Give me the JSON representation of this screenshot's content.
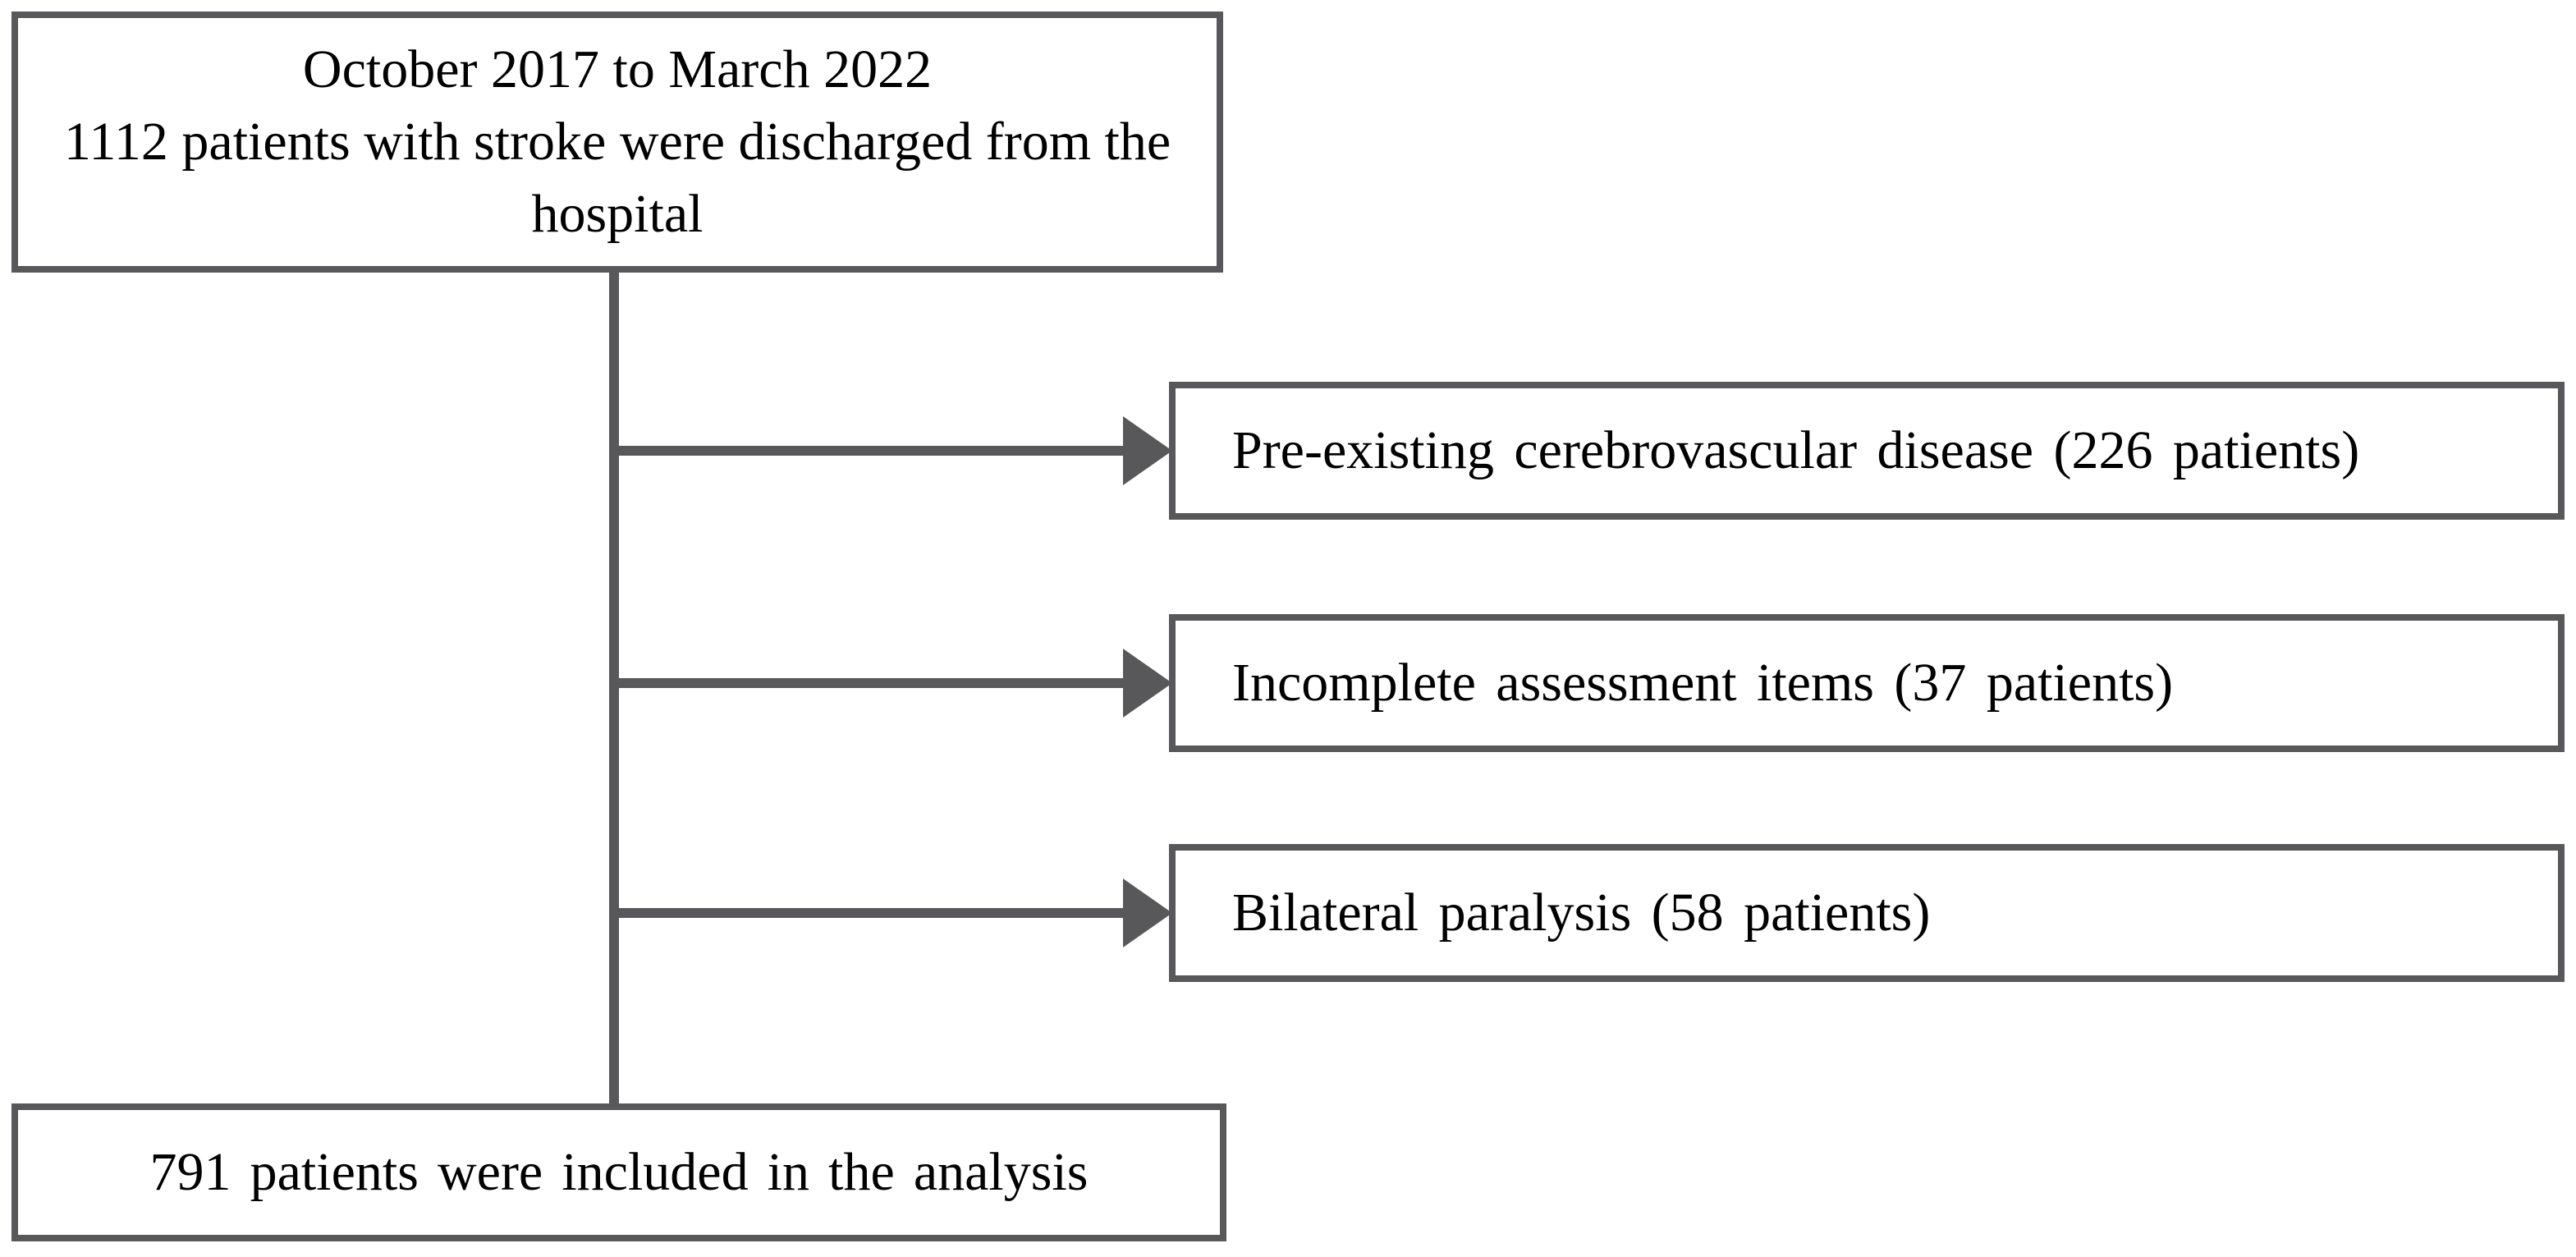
{
  "flowchart": {
    "source_box": {
      "period": "October 2017 to March 2022",
      "description": "1112 patients with stroke were discharged from the hospital"
    },
    "exclusion_boxes": [
      {
        "label": "Pre-existing cerebrovascular disease (226 patients)"
      },
      {
        "label": "Incomplete assessment items (37 patients)"
      },
      {
        "label": "Bilateral paralysis (58 patients)"
      }
    ],
    "result_box": {
      "label": "791 patients were included in the analysis"
    },
    "colors": {
      "line": "#58585a",
      "text": "#000000",
      "background": "#ffffff"
    }
  }
}
